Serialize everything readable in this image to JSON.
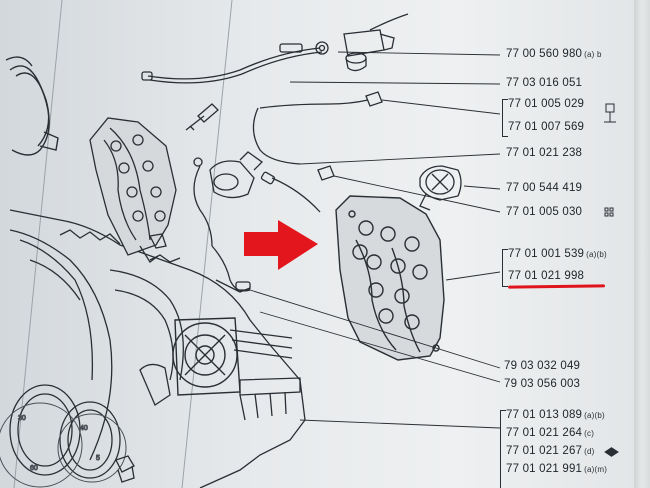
{
  "colors": {
    "paper": "#eceef0",
    "line": "#2a2f35",
    "arrow": "#e3161d",
    "underline": "#e0141c"
  },
  "arrow_icon": "red-right-arrow-icon",
  "part_numbers": [
    {
      "id": "p1",
      "number": "77 00 560 980",
      "note": "(a) b"
    },
    {
      "id": "p2",
      "number": "77 03 016 051",
      "note": ""
    },
    {
      "id": "p3",
      "number": "77 01 005 029",
      "note": ""
    },
    {
      "id": "p4",
      "number": "77 01 007 569",
      "note": ""
    },
    {
      "id": "p5",
      "number": "77 01 021 238",
      "note": ""
    },
    {
      "id": "p6",
      "number": "77 00 544 419",
      "note": ""
    },
    {
      "id": "p7",
      "number": "77 01 005 030",
      "note": ""
    },
    {
      "id": "p8",
      "number": "77 01 001 539",
      "note": "(a)(b)"
    },
    {
      "id": "p9",
      "number": "77 01 021 998",
      "note": ""
    },
    {
      "id": "p10",
      "number": "79 03 032 049",
      "note": ""
    },
    {
      "id": "p11",
      "number": "79 03 056 003",
      "note": ""
    },
    {
      "id": "p12",
      "number": "77 01 013 089",
      "note": "(a)(b)"
    },
    {
      "id": "p13",
      "number": "77 01 021 264",
      "note": "(c)"
    },
    {
      "id": "p14",
      "number": "77 01 021 267",
      "note": "(d)"
    },
    {
      "id": "p15",
      "number": "77 01 021 991",
      "note": "(a)(m)"
    }
  ]
}
